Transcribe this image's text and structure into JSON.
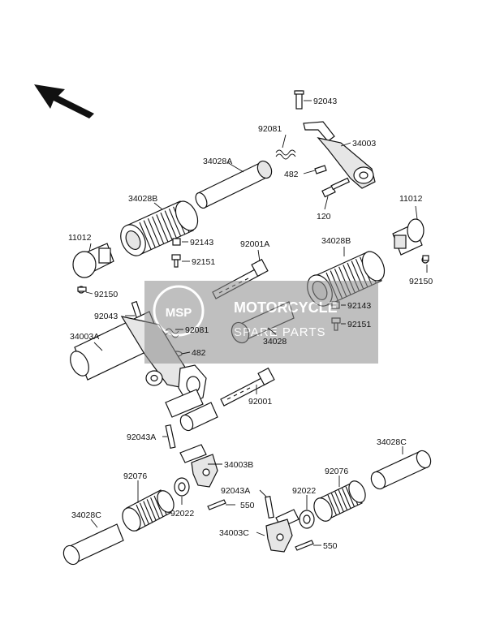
{
  "watermark": {
    "title": "MOTORCYCLE",
    "subtitle": "SPARE PARTS"
  },
  "labels": {
    "l_92043_top": "92043",
    "l_92081_top": "92081",
    "l_34003": "34003",
    "l_34028A": "34028A",
    "l_482_top": "482",
    "l_120": "120",
    "l_34028B_left": "34028B",
    "l_11012_left": "11012",
    "l_92143_left": "92143",
    "l_92151_left": "92151",
    "l_92001A": "92001A",
    "l_11012_right": "11012",
    "l_92150_left": "92150",
    "l_34028B_right": "34028B",
    "l_92150_right": "92150",
    "l_92043_mid": "92043",
    "l_92081_mid": "92081",
    "l_92143_right": "92143",
    "l_92151_right": "92151",
    "l_34003A": "34003A",
    "l_482_mid": "482",
    "l_34028": "34028",
    "l_92001": "92001",
    "l_92043A_left": "92043A",
    "l_34003B": "34003B",
    "l_34028C_right": "34028C",
    "l_92076_left": "92076",
    "l_92076_right": "92076",
    "l_92043A_right": "92043A",
    "l_92022_right": "92022",
    "l_550_left": "550",
    "l_92022_left": "92022",
    "l_34028C_left": "34028C",
    "l_34003C": "34003C",
    "l_550_right": "550"
  }
}
